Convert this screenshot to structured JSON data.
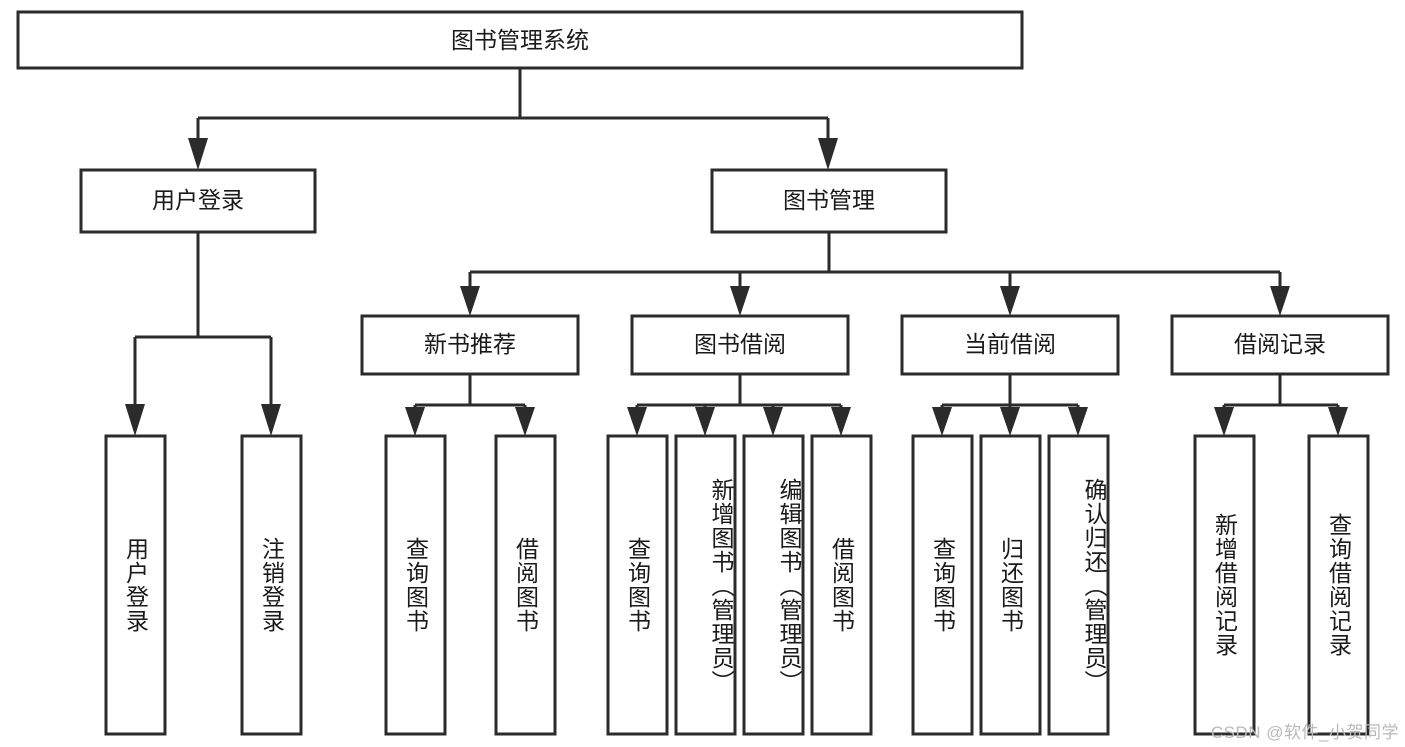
{
  "diagram": {
    "type": "tree",
    "title": "图书管理系统",
    "watermark": "CSDN @软件_小贺同学",
    "colors": {
      "stroke": "#2b2b2b",
      "fill": "#ffffff",
      "text": "#1a1a1a",
      "watermark": "#b9b9b9",
      "background": "#ffffff"
    },
    "root": {
      "label": "图书管理系统"
    },
    "level2": [
      {
        "label": "用户登录"
      },
      {
        "label": "图书管理"
      }
    ],
    "level3": [
      {
        "label": "新书推荐"
      },
      {
        "label": "图书借阅"
      },
      {
        "label": "当前借阅"
      },
      {
        "label": "借阅记录"
      }
    ],
    "leaves": {
      "user_login": [
        {
          "label": "用户登录"
        },
        {
          "label": "注销登录"
        }
      ],
      "new_book_recommend": [
        {
          "label": "查询图书"
        },
        {
          "label": "借阅图书"
        }
      ],
      "book_borrow": [
        {
          "label": "查询图书"
        },
        {
          "label": "新增图书（管理员）"
        },
        {
          "label": "编辑图书（管理员）"
        },
        {
          "label": "借阅图书"
        }
      ],
      "current_borrow": [
        {
          "label": "查询图书"
        },
        {
          "label": "归还图书"
        },
        {
          "label": "确认归还（管理员）"
        }
      ],
      "borrow_record": [
        {
          "label": "新增借阅记录"
        },
        {
          "label": "查询借阅记录"
        }
      ]
    }
  }
}
